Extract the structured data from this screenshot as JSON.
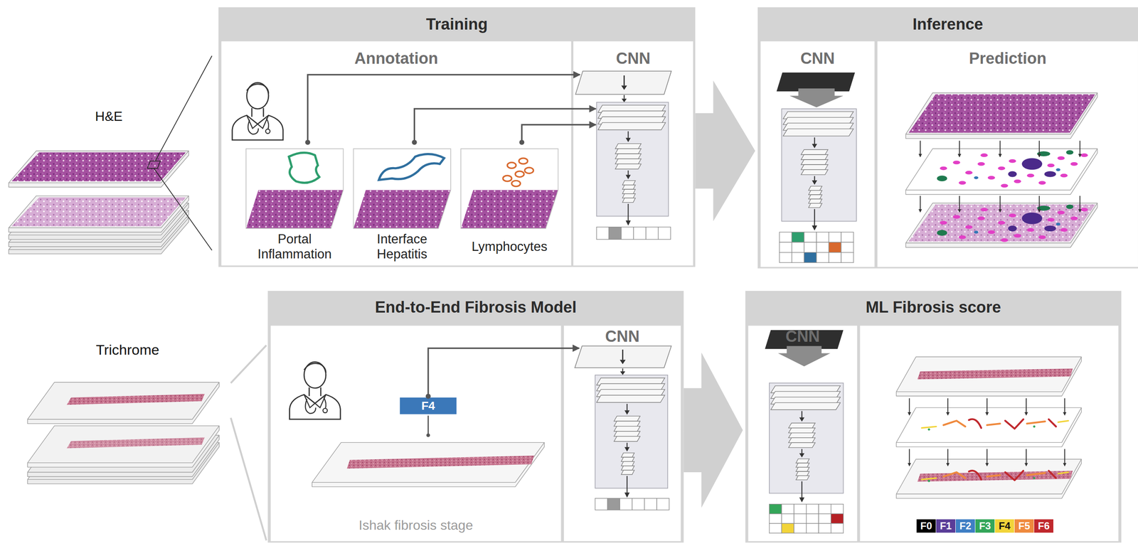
{
  "diagram": {
    "nodes": [
      {
        "text": [
          "Training"
        ]
      },
      {
        "text": [
          "Annotation"
        ],
        "in": 0
      },
      {
        "text": [
          "Portal Inflammation"
        ],
        "in": 1
      },
      {
        "text": [
          "Interface Hepatitis"
        ],
        "in": 1
      },
      {
        "text": [
          "Lymphocytes"
        ],
        "in": 1
      },
      {
        "text": [
          "CNN"
        ],
        "in": 0
      },
      {
        "text": [
          "Inference"
        ]
      },
      {
        "text": [
          "CNN"
        ],
        "in": 6
      },
      {
        "text": [
          "Prediction"
        ],
        "in": 6
      },
      {
        "text": [
          "End-to-End Fibrosis Model"
        ]
      },
      {
        "text": [
          "Ishak fibrosis stage"
        ],
        "in": 9
      },
      {
        "text": [
          "F4"
        ],
        "in": 10
      },
      {
        "text": [
          "CNN"
        ],
        "in": 9
      },
      {
        "text": [
          "ML Fibrosis score"
        ]
      },
      {
        "text": [
          "CNN"
        ],
        "in": 13
      }
    ],
    "edges": [
      {
        "from": 2,
        "to": 5,
        "arrow": "to"
      },
      {
        "from": 3,
        "to": 5,
        "arrow": "to"
      },
      {
        "from": 4,
        "to": 5,
        "arrow": "to"
      },
      {
        "from": 0,
        "to": 6,
        "arrow": "to"
      },
      {
        "from": 11,
        "to": 12,
        "arrow": "to"
      },
      {
        "from": 9,
        "to": 13,
        "arrow": "to"
      }
    ],
    "labels": [
      "H&E",
      "Trichrome"
    ],
    "legend": [
      {
        "text": "F0",
        "color": "#000000"
      },
      {
        "text": "F1",
        "color": "#5a3d98"
      },
      {
        "text": "F2",
        "color": "#3f7fc4"
      },
      {
        "text": "F3",
        "color": "#34a65a"
      },
      {
        "text": "F4",
        "color": "#f2d43a"
      },
      {
        "text": "F5",
        "color": "#ef8a3e"
      },
      {
        "text": "F6",
        "color": "#c0282d"
      }
    ]
  }
}
